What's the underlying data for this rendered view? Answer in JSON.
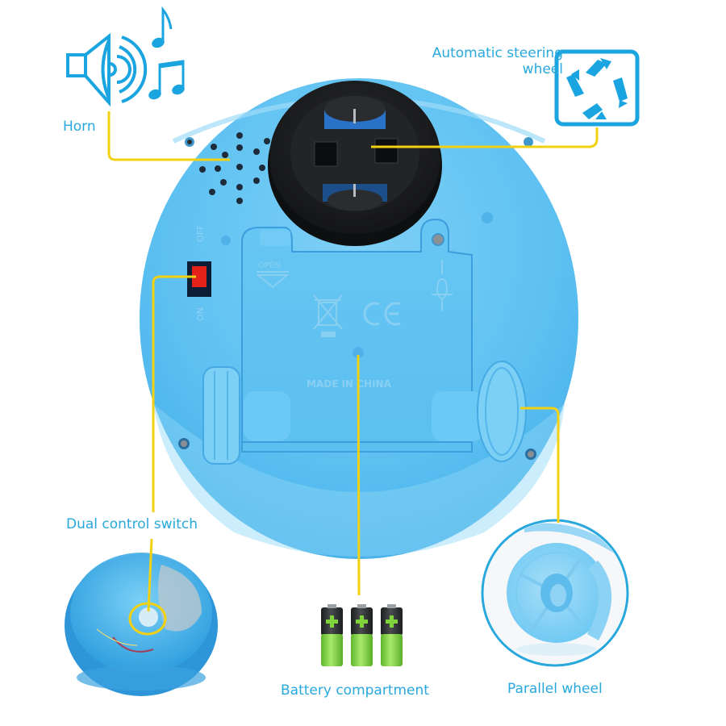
{
  "colors": {
    "accent_text": "#29a8dd",
    "icon_blue": "#1ba5e0",
    "leader_line": "#f2d012",
    "body_blue": "#62c3f2",
    "body_dark": "#3aa7e2",
    "black_ring": "#1e1f22",
    "switch_red": "#e5221a",
    "battery_green": "#7ed43a"
  },
  "callouts": {
    "horn": {
      "label": "Horn",
      "icon": "speaker-horn-icon"
    },
    "steering": {
      "label_line1": "Automatic steering",
      "label_line2": "wheel",
      "icon": "rotating-arrows-icon"
    },
    "switch": {
      "label": "Dual control switch"
    },
    "battery": {
      "label": "Battery compartment",
      "icon": "battery-icon",
      "count": 3
    },
    "wheel": {
      "label": "Parallel wheel"
    }
  },
  "product_markings": {
    "off": "OFF",
    "on": "ON",
    "open": "OPEN",
    "ce": "CE",
    "made_in": "MADE IN CHINA"
  }
}
